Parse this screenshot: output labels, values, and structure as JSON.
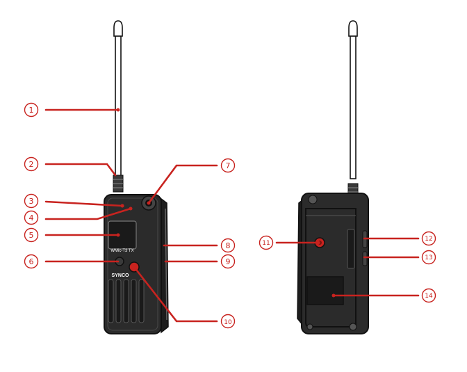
{
  "device": {
    "brand": "SYNCO",
    "model": "WMic-T3 TX"
  },
  "colors": {
    "accent": "#c8231f",
    "body": "#2b2b2b",
    "outline": "#111111"
  },
  "callouts": [
    {
      "label": "①"
    },
    {
      "label": "②"
    },
    {
      "label": "③"
    },
    {
      "label": "④"
    },
    {
      "label": "⑤"
    },
    {
      "label": "⑥"
    },
    {
      "label": "⑦"
    },
    {
      "label": "⑧"
    },
    {
      "label": "⑨"
    },
    {
      "label": "⑩"
    },
    {
      "label": "⑪"
    },
    {
      "label": "⑫"
    },
    {
      "label": "⑬"
    },
    {
      "label": "⑭"
    }
  ]
}
